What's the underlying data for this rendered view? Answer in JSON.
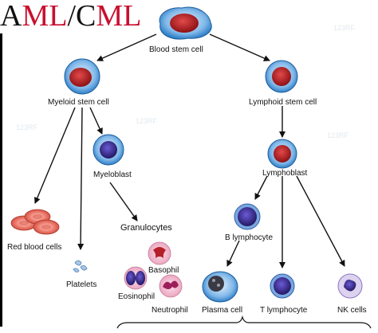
{
  "title": {
    "part1": "A",
    "part2": "ML",
    "part3": "/",
    "part4": "C",
    "part5": "ML"
  },
  "nodes": {
    "blood_stem_cell": "Blood stem cell",
    "myeloid_stem_cell": "Myeloid stem cell",
    "lymphoid_stem_cell": "Lymphoid stem cell",
    "myeloblast": "Myeloblast",
    "lymphoblast": "Lymphoblast",
    "granulocytes": "Granulocytes",
    "red_blood_cells": "Red blood cells",
    "platelets": "Platelets",
    "basophil": "Basophil",
    "eosinophil": "Eosinophil",
    "neutrophil": "Neutrophil",
    "b_lymphocyte": "B lymphocyte",
    "plasma_cell": "Plasma cell",
    "t_lymphocyte": "T lymphocyte",
    "nk_cells": "NK cells"
  },
  "watermark": "123RF",
  "colors": {
    "title_red": "#c8102e",
    "cell_nucleus": "#b8202a",
    "lymph_nucleus": "#3b2a8a"
  }
}
